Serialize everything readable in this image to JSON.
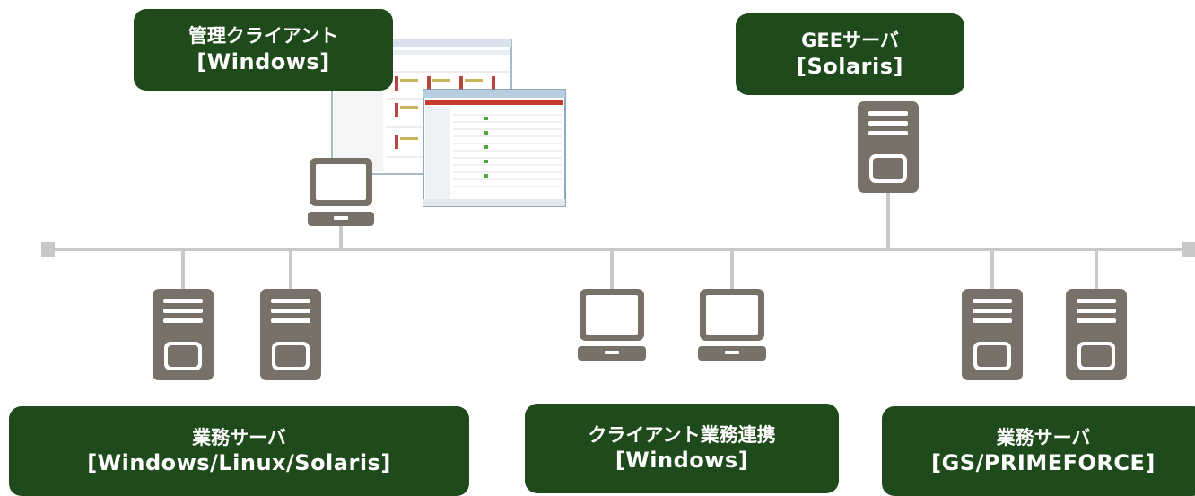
{
  "labels": {
    "admin_client": {
      "title": "管理クライアント",
      "platform": "[Windows]"
    },
    "gee_server": {
      "title": "GEEサーバ",
      "platform": "[Solaris]"
    },
    "business_server_open": {
      "title": "業務サーバ",
      "platform": "[Windows/Linux/Solaris]"
    },
    "client_business_link": {
      "title": "クライアント業務連携",
      "platform": "[Windows]"
    },
    "business_server_mainframe": {
      "title": "業務サーバ",
      "platform": "[GS/PRIMEFORCE]"
    }
  },
  "icons": {
    "server": "server-icon",
    "laptop": "laptop-icon",
    "screenshot": "window-screenshot-icon"
  },
  "colors": {
    "label_background": "#1f4a1b",
    "label_text": "#ffffff",
    "device": "#787167",
    "network_line": "#c8c8c8"
  }
}
